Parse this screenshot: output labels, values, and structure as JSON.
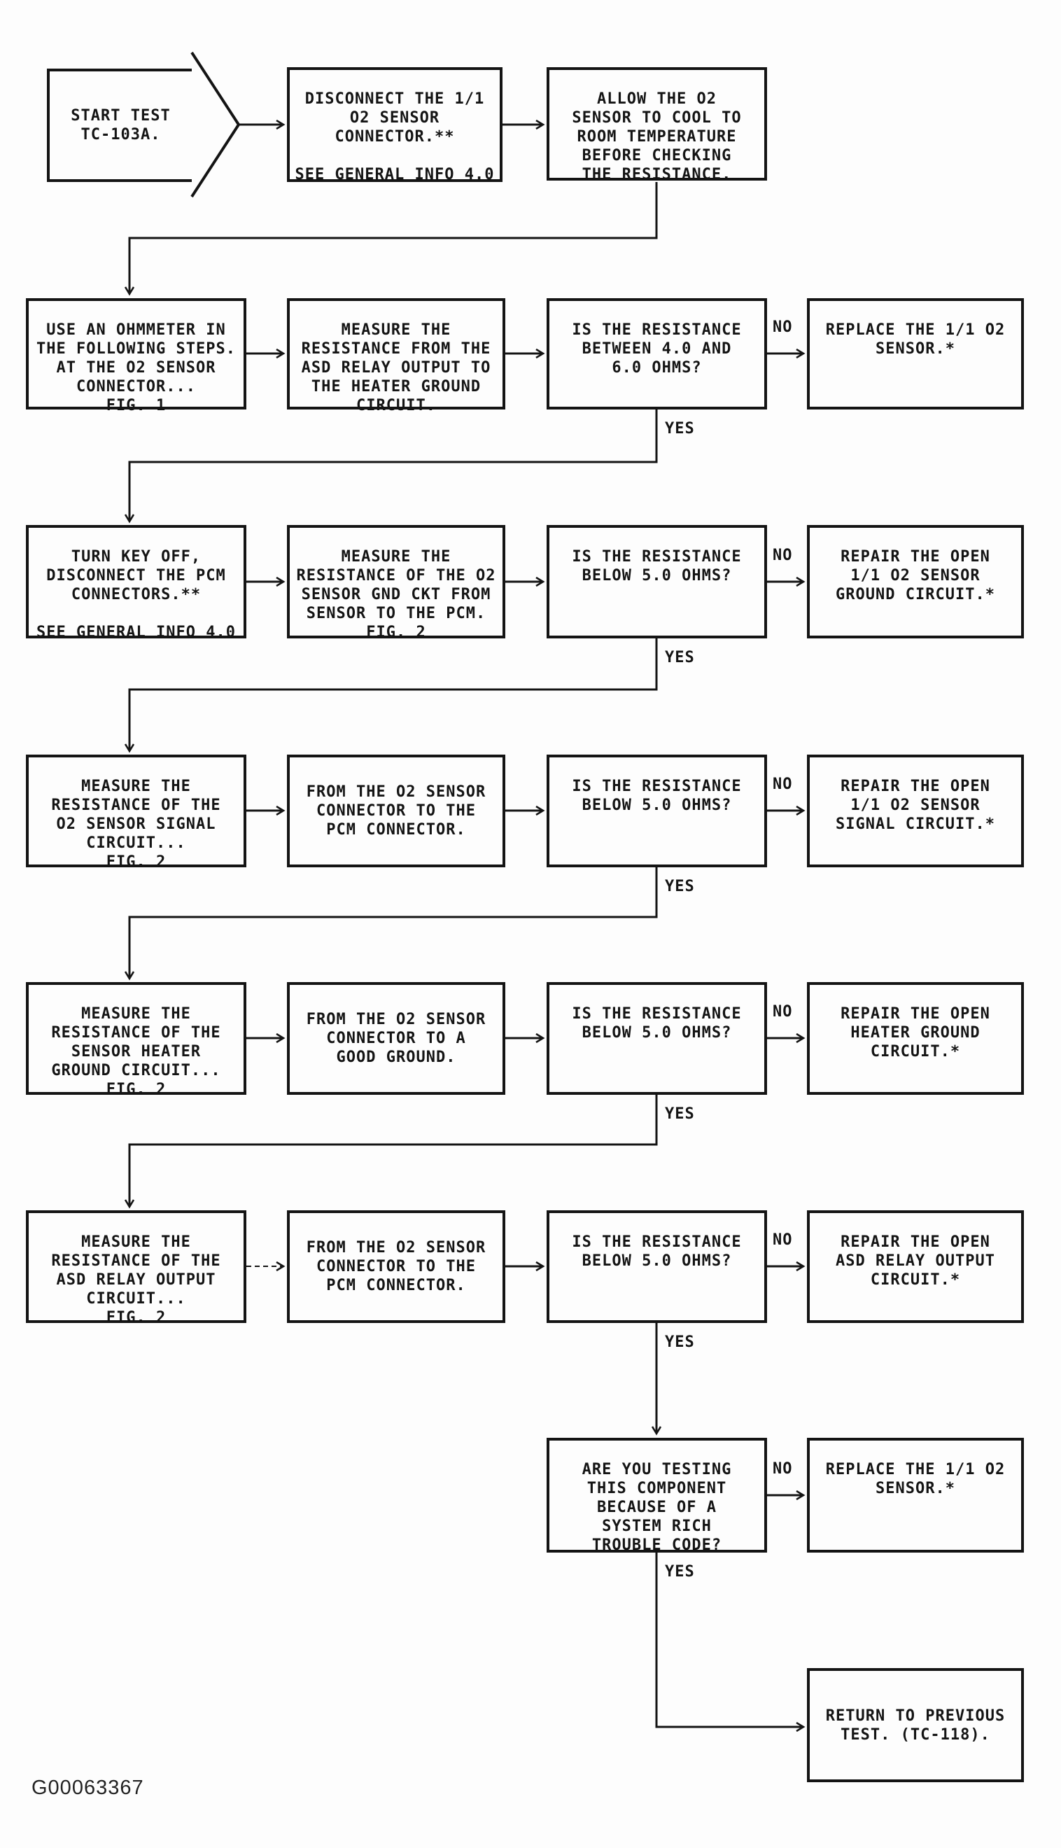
{
  "figure": {
    "id": "G00063367"
  },
  "labels": {
    "yes": "YES",
    "no": "NO"
  },
  "nodes": {
    "start": "START TEST\nTC-103A.",
    "disconnect_connector": "DISCONNECT THE 1/1\nO2 SENSOR\nCONNECTOR.**\n\nSEE GENERAL INFO 4.0",
    "allow_cool": "ALLOW THE O2\nSENSOR TO COOL TO\nROOM TEMPERATURE\nBEFORE CHECKING\nTHE RESISTANCE.",
    "use_ohmmeter": "USE AN OHMMETER IN\nTHE FOLLOWING STEPS.\nAT THE O2 SENSOR\nCONNECTOR...\nFIG. 1",
    "measure_asd_to_heater_ground": "MEASURE THE\nRESISTANCE FROM THE\nASD RELAY OUTPUT TO\nTHE HEATER GROUND\nCIRCUIT.",
    "q_between_4_and_6": "IS THE RESISTANCE\nBETWEEN 4.0 AND\n6.0 OHMS?",
    "replace_sensor_a": "REPLACE THE 1/1 O2\nSENSOR.*",
    "turn_key_off": "TURN KEY OFF,\nDISCONNECT THE PCM\nCONNECTORS.**\n\nSEE GENERAL INFO 4.0",
    "measure_gnd_ckt": "MEASURE THE\nRESISTANCE OF THE O2\nSENSOR GND CKT FROM\nSENSOR TO THE PCM.\nFIG. 2",
    "q_below_5_ground": "IS THE RESISTANCE\nBELOW 5.0 OHMS?",
    "repair_ground_circuit": "REPAIR THE OPEN\n1/1 O2 SENSOR\nGROUND CIRCUIT.*",
    "measure_signal_circuit": "MEASURE THE\nRESISTANCE OF THE\nO2 SENSOR SIGNAL\nCIRCUIT...\nFIG. 2",
    "from_connector_to_pcm_a": "FROM THE O2 SENSOR\nCONNECTOR TO THE\nPCM CONNECTOR.",
    "q_below_5_signal": "IS THE RESISTANCE\nBELOW 5.0 OHMS?",
    "repair_signal_circuit": "REPAIR THE OPEN\n1/1 O2 SENSOR\nSIGNAL CIRCUIT.*",
    "measure_heater_ground": "MEASURE THE\nRESISTANCE OF THE\nSENSOR HEATER\nGROUND CIRCUIT...\nFIG. 2",
    "from_connector_to_good_ground": "FROM THE O2 SENSOR\nCONNECTOR TO A\nGOOD GROUND.",
    "q_below_5_heater": "IS THE RESISTANCE\nBELOW 5.0 OHMS?",
    "repair_heater_ground": "REPAIR THE OPEN\nHEATER GROUND\nCIRCUIT.*",
    "measure_asd_relay_output": "MEASURE THE\nRESISTANCE OF THE\nASD RELAY OUTPUT\nCIRCUIT...\nFIG. 2",
    "from_connector_to_pcm_b": "FROM THE O2 SENSOR\nCONNECTOR TO THE\nPCM CONNECTOR.",
    "q_below_5_asd": "IS THE RESISTANCE\nBELOW 5.0 OHMS?",
    "repair_asd_output": "REPAIR THE OPEN\nASD RELAY OUTPUT\nCIRCUIT.*",
    "q_system_rich": "ARE YOU TESTING\nTHIS COMPONENT\nBECAUSE OF A\nSYSTEM RICH\nTROUBLE CODE?",
    "replace_sensor_b": "REPLACE THE 1/1 O2\nSENSOR.*",
    "return_previous_test": "RETURN TO PREVIOUS\nTEST. (TC-118)."
  }
}
